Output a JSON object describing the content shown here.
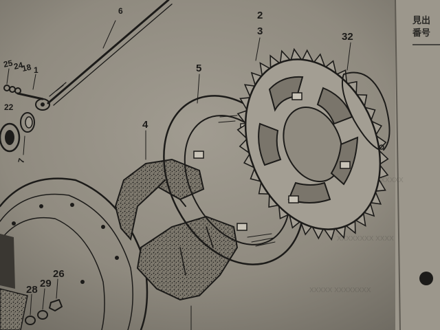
{
  "diagram": {
    "part_numbers": {
      "chain_rod": "6",
      "sprocket_a": "2",
      "sprocket_b": "3",
      "circlip": "32",
      "plate": "5",
      "damper_rubbers": "4",
      "bolt": "1",
      "small_a": "25",
      "small_b": "24",
      "small_c": "18",
      "bearing": "22",
      "spacer": "7",
      "nut_a": "28",
      "nut_b": "29",
      "nut_c": "26"
    },
    "page_edge_text": {
      "line1": "見出",
      "line2": "番号"
    }
  },
  "colors": {
    "paper": "#8f8a7f",
    "ink": "#1c1b19",
    "rubber": "#3a3732"
  }
}
